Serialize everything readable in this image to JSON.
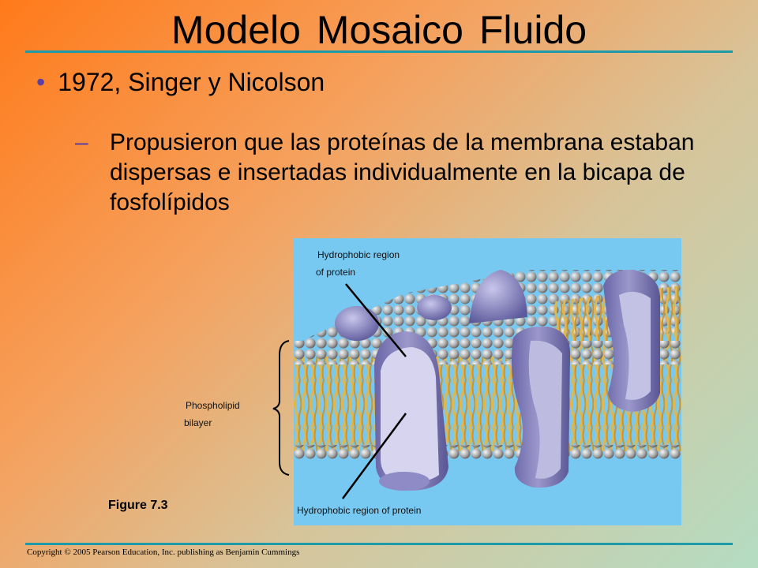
{
  "slide": {
    "title": "Modelo Mosaico Fluido",
    "bullet": "1972, Singer y Nicolson",
    "sub_bullet": "Propusieron que las proteínas de la membrana estaban dispersas e insertadas individualmente en la bicapa de fosfolípidos"
  },
  "figure": {
    "label_top_line1": "Hydrophobic region",
    "label_top_line2": "of protein",
    "label_left_line1": "Phospholipid",
    "label_left_line2": "bilayer",
    "label_bottom": "Hydrophobic region of protein",
    "caption": "Figure 7.3"
  },
  "footer": {
    "copyright": "Copyright © 2005 Pearson Education, Inc. publishing as Benjamin Cummings"
  },
  "colors": {
    "accent_rule": "#1e9aa8",
    "bullet_color": "#5b3fa3",
    "figure_bg": "#78c9f2"
  }
}
